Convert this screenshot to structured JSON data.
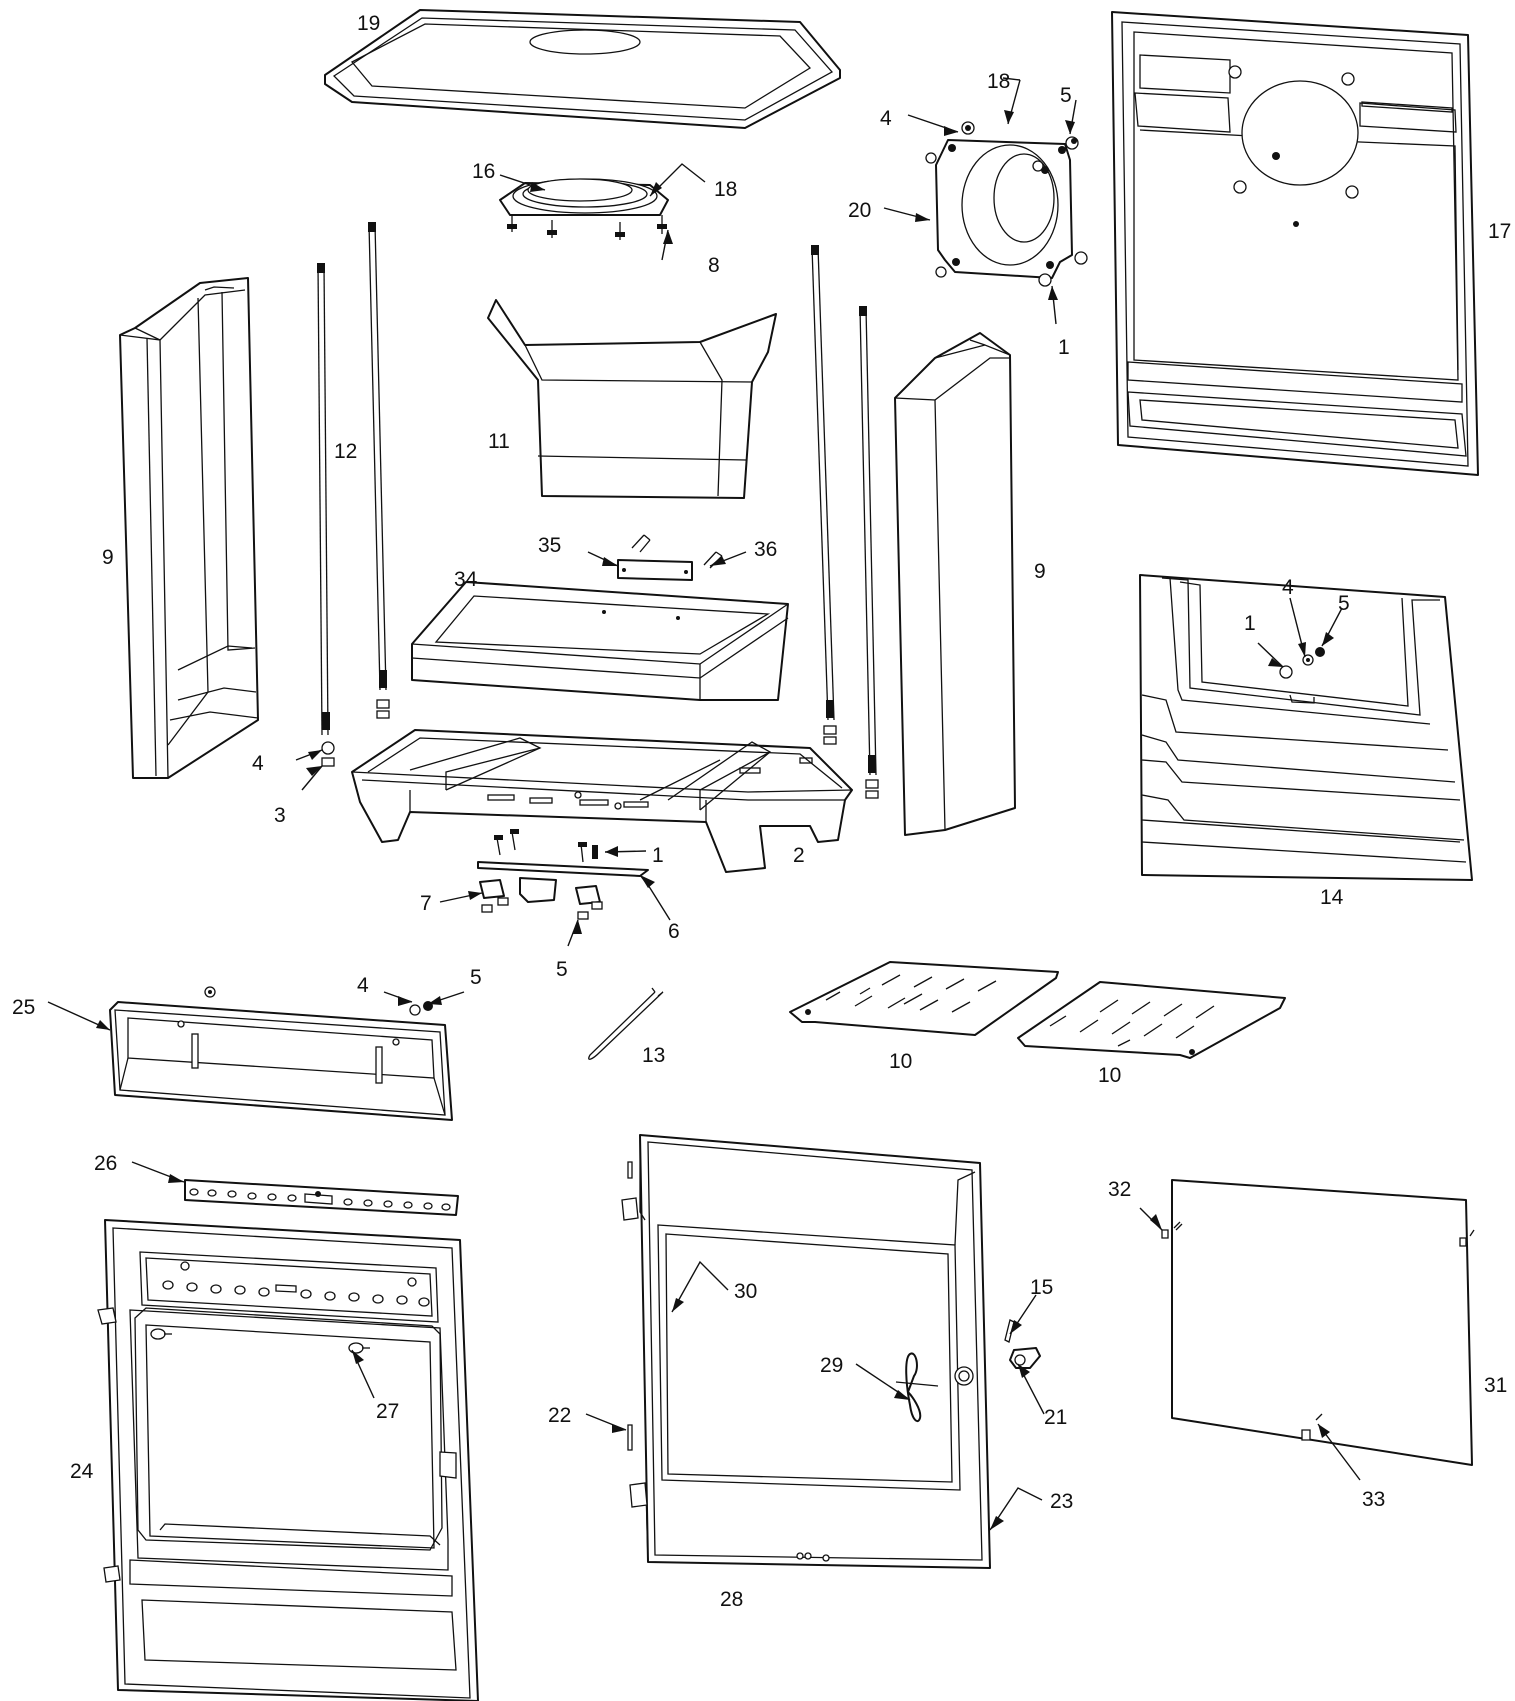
{
  "labels": {
    "p19": "19",
    "p18a": "18",
    "p5a": "5",
    "p4a": "4",
    "p16": "16",
    "p18b": "18",
    "p20": "20",
    "p17": "17",
    "p8": "8",
    "p1a": "1",
    "p12": "12",
    "p11": "11",
    "p9a": "9",
    "p9b": "9",
    "p35": "35",
    "p36": "36",
    "p34": "34",
    "p1b": "1",
    "p4b": "4",
    "p5b": "5",
    "p4c": "4",
    "p3": "3",
    "p1c": "1",
    "p2": "2",
    "p7": "7",
    "p6": "6",
    "p5c": "5",
    "p14": "14",
    "p4d": "4",
    "p5d": "5",
    "p25": "25",
    "p13": "13",
    "p10a": "10",
    "p10b": "10",
    "p26": "26",
    "p30": "30",
    "p32": "32",
    "p15": "15",
    "p29": "29",
    "p27": "27",
    "p21": "21",
    "p31": "31",
    "p22": "22",
    "p24": "24",
    "p23": "23",
    "p33": "33",
    "p28": "28"
  }
}
